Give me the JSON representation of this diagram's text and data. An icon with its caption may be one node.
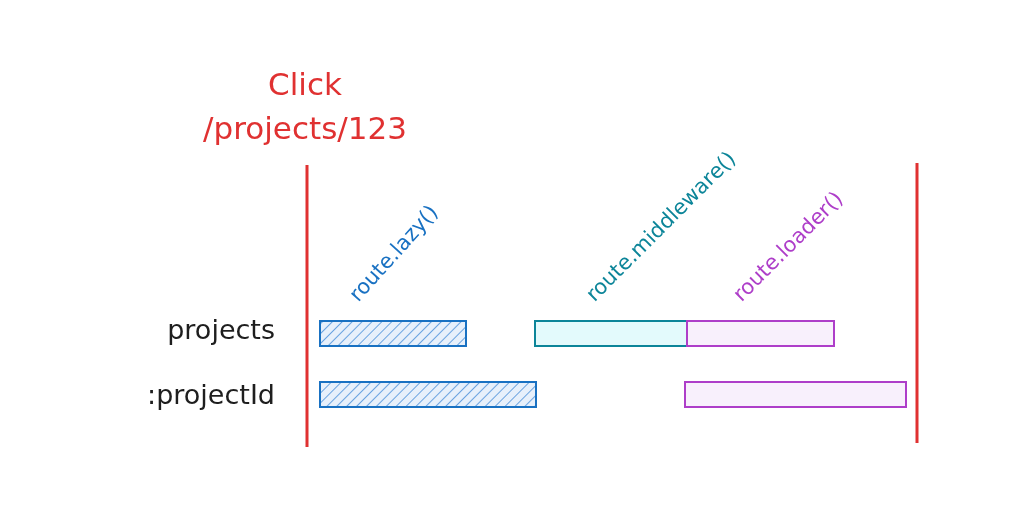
{
  "diagram": {
    "nodes": [
      {
        "text": [],
        "shape": "bar"
      },
      {
        "text": [],
        "shape": "bar"
      },
      {
        "text": [],
        "shape": "bar"
      },
      {
        "text": [],
        "shape": "bar"
      },
      {
        "text": [],
        "shape": "bar"
      }
    ],
    "labels": [
      "Click /projects/123",
      "projects",
      ":projectId",
      "route.lazy()",
      "route.middleware()",
      "route.loader()"
    ]
  }
}
